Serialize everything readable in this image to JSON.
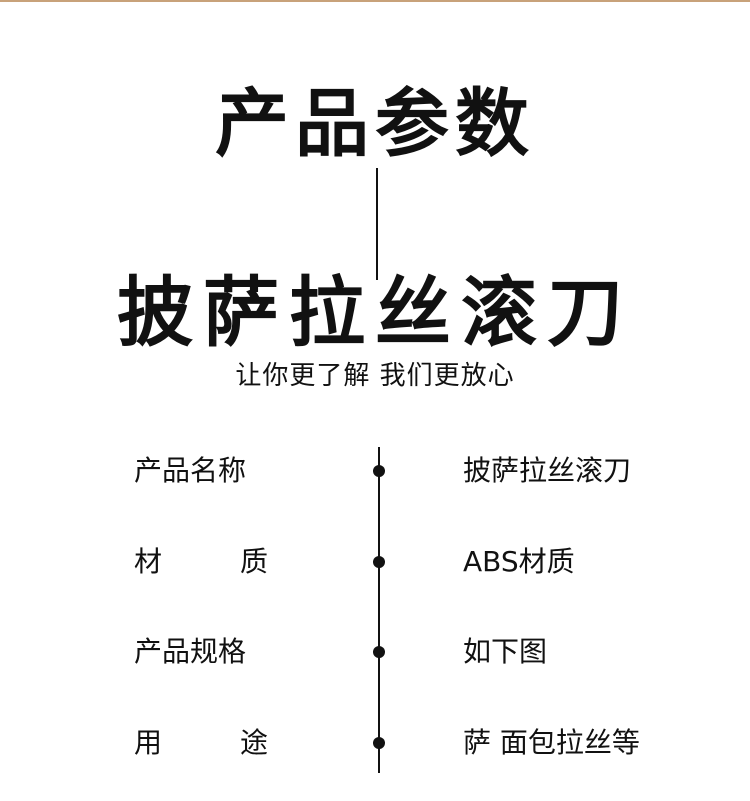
{
  "header": {
    "title": "产品参数"
  },
  "product": {
    "name": "披萨拉丝滚刀",
    "tagline": "让你更了解 我们更放心"
  },
  "specs": [
    {
      "label": "产品名称",
      "label_parts": [],
      "value": "披萨拉丝滚刀"
    },
    {
      "label": "材质",
      "label_parts": [
        "材",
        "质"
      ],
      "value": "ABS材质"
    },
    {
      "label": "产品规格",
      "label_parts": [],
      "value": "如下图"
    },
    {
      "label": "用途",
      "label_parts": [
        "用",
        "途"
      ],
      "value": "萨 面包拉丝等"
    }
  ],
  "colors": {
    "top_rule": "#c8a27a",
    "text": "#111111",
    "background": "#ffffff"
  }
}
